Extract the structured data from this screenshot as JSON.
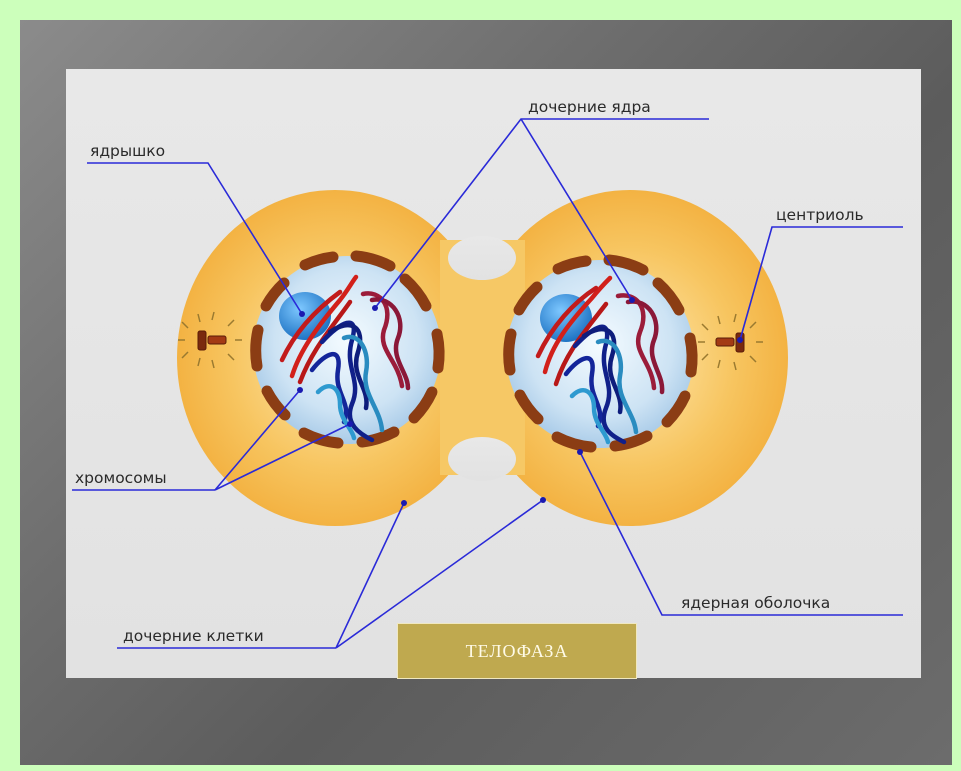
{
  "diagram": {
    "labels": {
      "nucleolus": "ядрышко",
      "daughter_nuclei": "дочерние ядра",
      "centriole": "центриоль",
      "chromosomes": "хромосомы",
      "nuclear_envelope": "ядерная оболочка",
      "daughter_cells": "дочерние клетки"
    },
    "caption": "ТЕЛОФАЗА"
  },
  "colors": {
    "page_background": "#ccffbb",
    "slide_background": "#6e6e6e",
    "panel_background": "#e6e6e6",
    "cytoplasm": "#f7c048",
    "nucleus": "#cfe4f4",
    "nucleolus": "#2f8fdc",
    "envelope_segments": "#8b3d14",
    "chromosome_red": "#d2201a",
    "chromosome_crimson": "#9b1c3a",
    "chromosome_navy": "#10208a",
    "chromosome_cyan": "#2a8cc0",
    "leader_lines": "#2a2ad8",
    "caption_box": "#bfa94f"
  }
}
